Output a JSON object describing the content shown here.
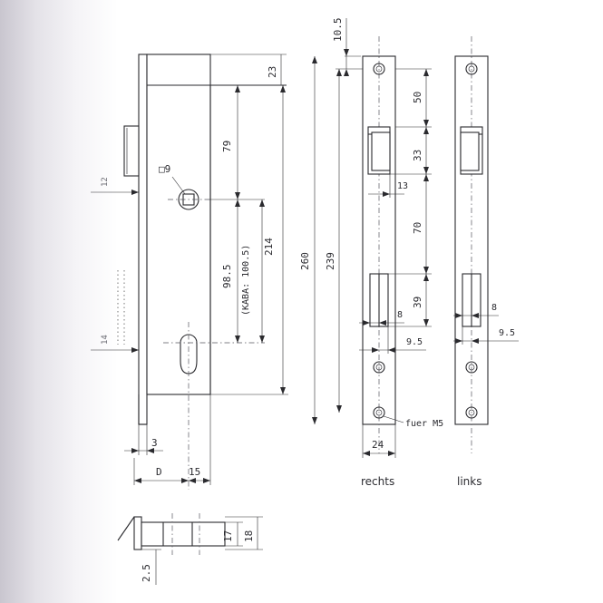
{
  "labels": {
    "d_10_5": "10.5",
    "d_23": "23",
    "d_50": "50",
    "d_79": "79",
    "d_33": "33",
    "d_12": "12",
    "d_sq9": "□9",
    "d_13": "13",
    "d_70": "70",
    "d_214": "214",
    "d_260": "260",
    "d_239": "239",
    "d_98_5": "98.5",
    "d_kaba": "(KABA: 100.5)",
    "d_39": "39",
    "d_8_r": "8",
    "d_8_l": "8",
    "d_14": "14",
    "d_9_5_r": "9.5",
    "d_9_5_l": "9.5",
    "d_fuer_m5": "fuer M5",
    "d_3": "3",
    "d_24": "24",
    "d_D": "D",
    "d_15": "15",
    "cap_rechts": "rechts",
    "cap_links": "links",
    "d_17": "17",
    "d_18": "18",
    "d_2_5": "2.5"
  }
}
